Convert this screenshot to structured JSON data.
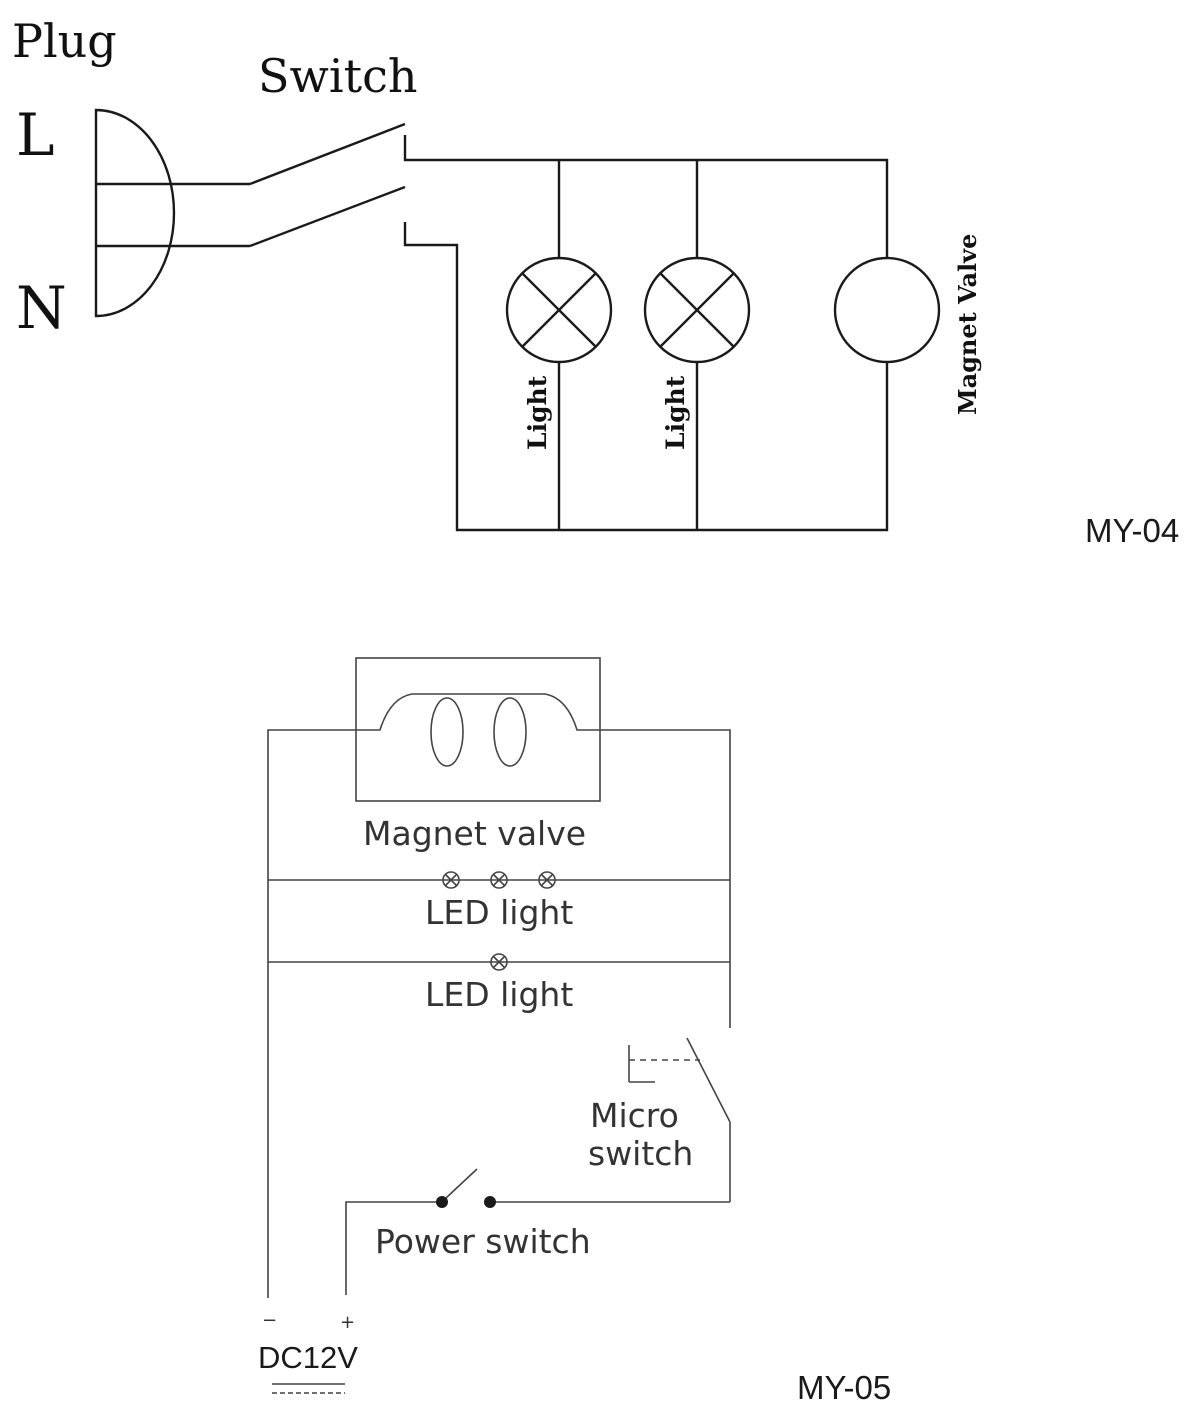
{
  "my04": {
    "plug_label": "Plug",
    "switch_label": "Switch",
    "line_label": "L",
    "neutral_label": "N",
    "light1_label": "Light",
    "light2_label": "Light",
    "valve_label": "Magnet Valve",
    "model_label": "MY-04"
  },
  "my05": {
    "valve_label": "Magnet valve",
    "led_light_1_label": "LED light",
    "led_light_2_label": "LED light",
    "micro_switch_line1": "Micro",
    "micro_switch_line2": "switch",
    "power_switch_label": "Power switch",
    "minus_label": "−",
    "plus_label": "+",
    "supply_label": "DC12V",
    "model_label": "MY-05"
  }
}
